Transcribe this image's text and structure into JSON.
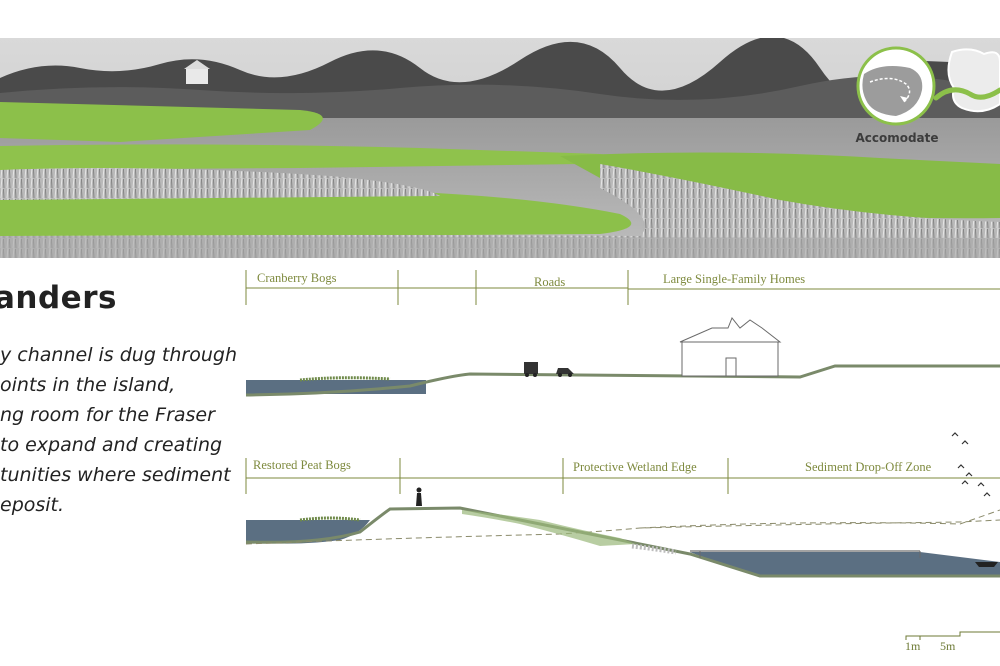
{
  "badge": {
    "label": "Accomodate"
  },
  "title": "anders",
  "description": [
    "y channel is dug through",
    "oints in the island,",
    "ng room for the Fraser",
    "to expand and creating",
    "tunities where sediment",
    "eposit."
  ],
  "section_top": {
    "labels": [
      "Cranberry Bogs",
      "Roads",
      "Large Single-Family Homes"
    ]
  },
  "section_bottom": {
    "labels": [
      "Restored Peat Bogs",
      "Protective Wetland Edge",
      "Sediment Drop-Off Zone"
    ]
  },
  "scale": {
    "label_1": "1m",
    "label_2": "5m"
  },
  "colors": {
    "marsh_green": "#8cc04a",
    "section_line": "#7a8a6a",
    "label_olive": "#7e8a3e",
    "water": "#5b6f82"
  }
}
